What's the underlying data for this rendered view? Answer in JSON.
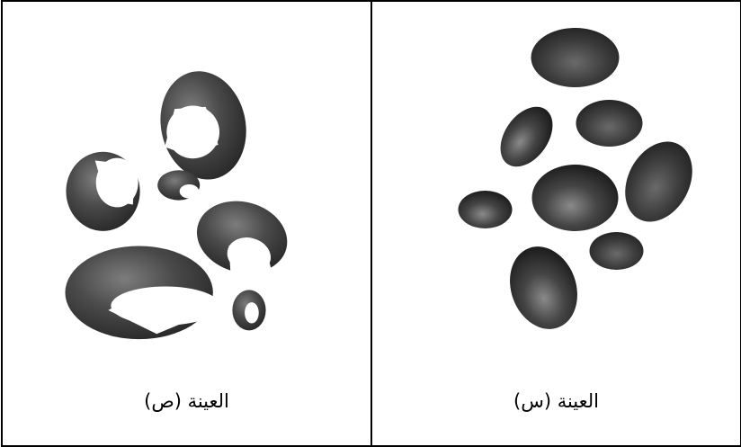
{
  "panels": [
    {
      "caption": "العينة (ص)",
      "shape_kind": "crescent-particles"
    },
    {
      "caption": "العينة (س)",
      "shape_kind": "ellipsoid-particles"
    }
  ],
  "colors": {
    "particle_dark": "#2a2a2a",
    "particle_mid": "#4a4a4a",
    "particle_light": "#8a8a8a",
    "border": "#000000",
    "background": "#ffffff"
  }
}
